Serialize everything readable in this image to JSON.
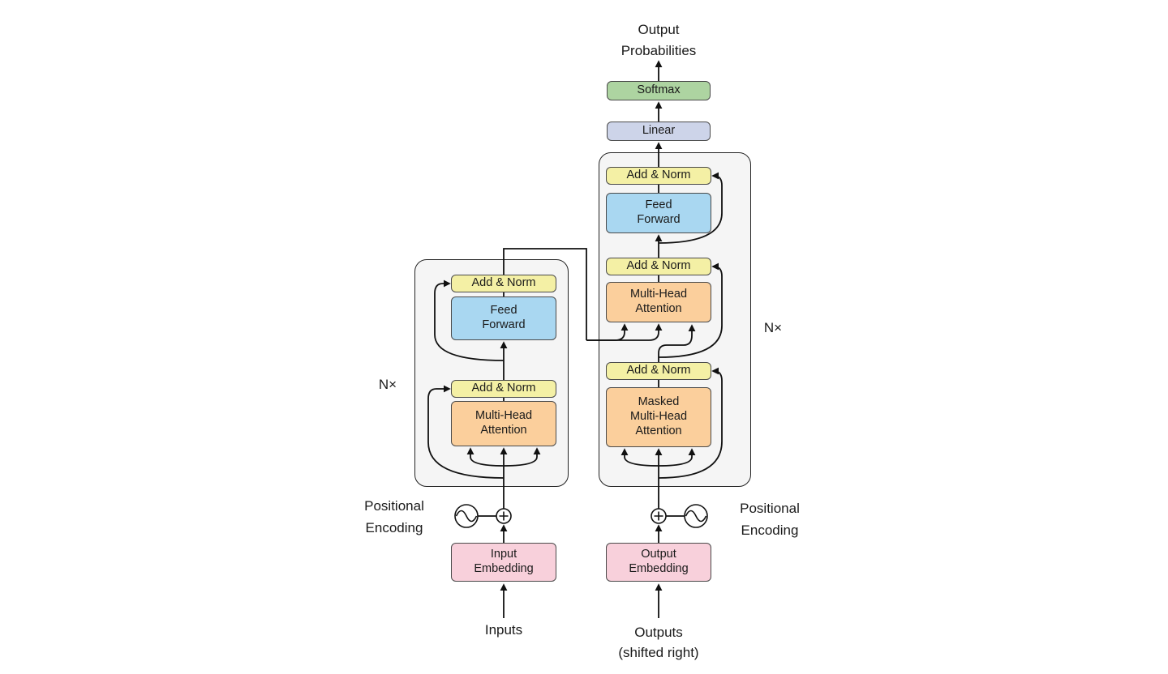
{
  "meta": {
    "title": "Transformer model architecture diagram"
  },
  "colors": {
    "add_norm": "#F4F0A5",
    "feed_forward": "#A9D7F1",
    "attention": "#FBCF9C",
    "embedding": "#F8D0DB",
    "softmax": "#ADD4A1",
    "linear": "#CDD4E9",
    "container": "#F5F5F5",
    "line": "#111111"
  },
  "labels": {
    "output_probabilities": "Output\nProbabilities",
    "inputs": "Inputs",
    "outputs": "Outputs\n(shifted right)",
    "positional_encoding_left": "Positional\nEncoding",
    "positional_encoding_right": "Positional\nEncoding",
    "n_times_encoder": "N×",
    "n_times_decoder": "N×"
  },
  "encoder": {
    "add_norm_top": "Add & Norm",
    "feed_forward": "Feed\nForward",
    "add_norm_bottom": "Add & Norm",
    "multi_head_attention": "Multi-Head\nAttention",
    "input_embedding": "Input\nEmbedding"
  },
  "decoder": {
    "softmax": "Softmax",
    "linear": "Linear",
    "add_norm_top": "Add & Norm",
    "feed_forward": "Feed\nForward",
    "add_norm_mid": "Add & Norm",
    "multi_head_attention": "Multi-Head\nAttention",
    "add_norm_bottom": "Add & Norm",
    "masked_multi_head_attention": "Masked\nMulti-Head\nAttention",
    "output_embedding": "Output\nEmbedding"
  }
}
